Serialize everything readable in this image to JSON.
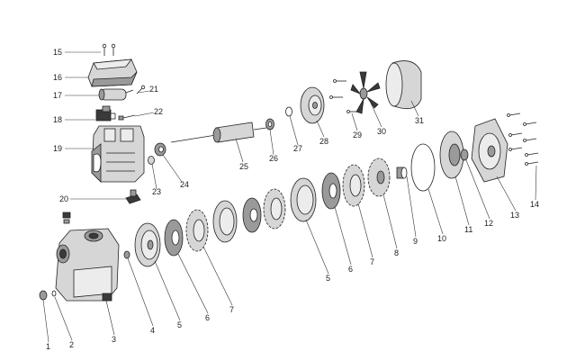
{
  "part_labels": [
    {
      "id": "1",
      "text": "1"
    },
    {
      "id": "2",
      "text": "2"
    },
    {
      "id": "3",
      "text": "3"
    },
    {
      "id": "4",
      "text": "4"
    },
    {
      "id": "5",
      "text": "5"
    },
    {
      "id": "6",
      "text": "6"
    },
    {
      "id": "7",
      "text": "7"
    },
    {
      "id": "5b",
      "text": "5"
    },
    {
      "id": "6b",
      "text": "6"
    },
    {
      "id": "7b",
      "text": "7"
    },
    {
      "id": "8",
      "text": "8"
    },
    {
      "id": "9",
      "text": "9"
    },
    {
      "id": "10",
      "text": "10"
    },
    {
      "id": "11",
      "text": "11"
    },
    {
      "id": "12",
      "text": "12"
    },
    {
      "id": "13",
      "text": "13"
    },
    {
      "id": "14",
      "text": "14"
    },
    {
      "id": "15",
      "text": "15"
    },
    {
      "id": "16",
      "text": "16"
    },
    {
      "id": "17",
      "text": "17"
    },
    {
      "id": "18",
      "text": "18"
    },
    {
      "id": "19",
      "text": "19"
    },
    {
      "id": "20",
      "text": "20"
    },
    {
      "id": "21",
      "text": "21"
    },
    {
      "id": "22",
      "text": "22"
    },
    {
      "id": "23",
      "text": "23"
    },
    {
      "id": "24",
      "text": "24"
    },
    {
      "id": "25",
      "text": "25"
    },
    {
      "id": "26",
      "text": "26"
    },
    {
      "id": "27",
      "text": "27"
    },
    {
      "id": "28",
      "text": "28"
    },
    {
      "id": "29",
      "text": "29"
    },
    {
      "id": "30",
      "text": "30"
    },
    {
      "id": "31",
      "text": "31"
    }
  ],
  "colors": {
    "line": "#222222",
    "dark_part": "#3a3a3a",
    "mid_part": "#9a9a9a",
    "light_part": "#d6d6d6",
    "background": "#ffffff"
  }
}
